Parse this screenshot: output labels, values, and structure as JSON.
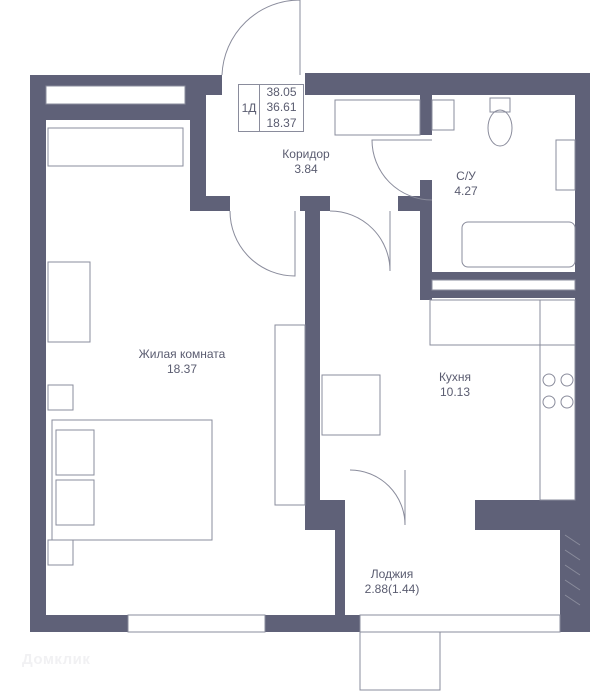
{
  "apartment": {
    "type": "1Д",
    "total_area": "38.05",
    "living_total": "36.61",
    "living_area": "18.37"
  },
  "rooms": [
    {
      "name": "Коридор",
      "area": "3.84"
    },
    {
      "name": "С/У",
      "area": "4.27"
    },
    {
      "name": "Жилая комната",
      "area": "18.37"
    },
    {
      "name": "Кухня",
      "area": "10.13"
    },
    {
      "name": "Лоджия",
      "area": "2.88(1.44)"
    }
  ],
  "watermark": "Домклик",
  "colors": {
    "wall": "#5f6178",
    "line": "#8a8c9c",
    "text": "#5a5c70"
  }
}
